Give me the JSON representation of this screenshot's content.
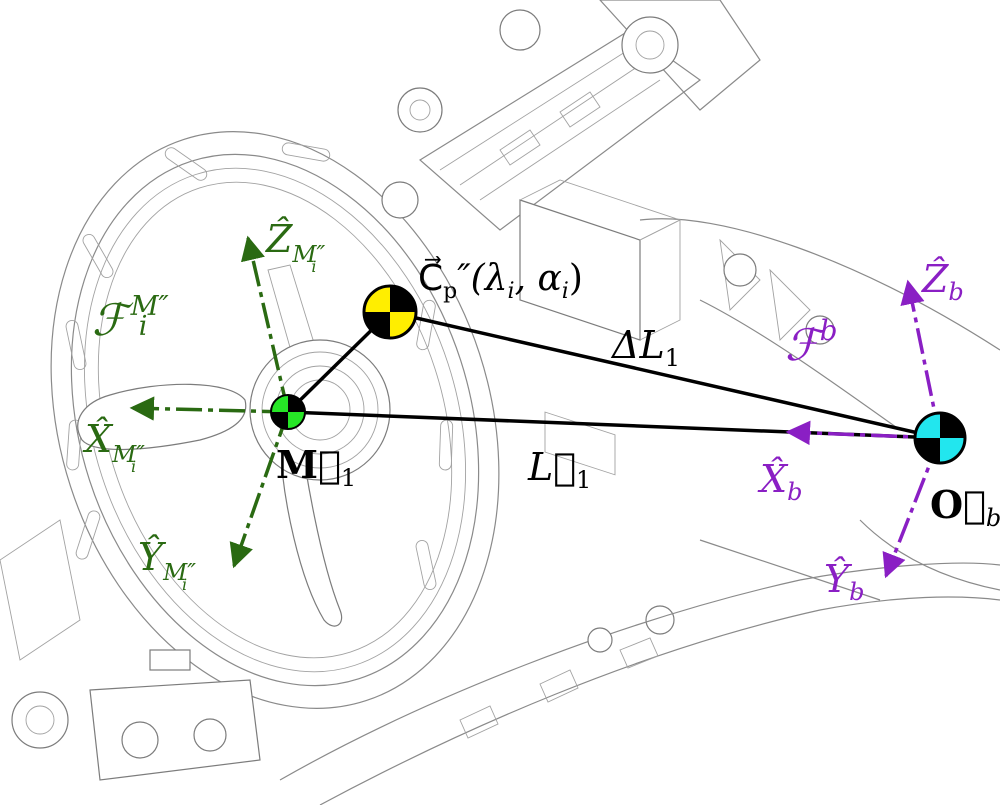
{
  "colors": {
    "green": "#2a6a12",
    "purple": "#8a1fc4",
    "black": "#000000",
    "marker_green": "#26e626",
    "marker_yellow": "#ffee00",
    "marker_cyan": "#22e6ee",
    "mechanism": "#8a8a8a"
  },
  "labels": {
    "motor_frame": {
      "base": "ℱ",
      "sup": "M″",
      "sup_sub": "i"
    },
    "motor_z": {
      "base": "Ẑ",
      "sub": "M″",
      "sub_sub": "i"
    },
    "motor_x": {
      "base": "X̂",
      "sub": "M″",
      "sub_sub": "i"
    },
    "motor_y": {
      "base": "Ŷ",
      "sub": "M″",
      "sub_sub": "i"
    },
    "motor_point": {
      "base": "M⃗",
      "sub": "1"
    },
    "cp_point": {
      "base": "C⃗",
      "sub": "p",
      "suffix": "″(λ",
      "i1": "i",
      "mid": ", α",
      "i2": "i",
      "end": ")"
    },
    "delta_l": {
      "base": "ΔL",
      "sub": "1"
    },
    "l_vec": {
      "base": "L⃗",
      "sub": "1"
    },
    "body_frame": {
      "base": "ℱ",
      "sup": "b"
    },
    "body_z": {
      "base": "Ẑ",
      "sub": "b"
    },
    "body_x": {
      "base": "X̂",
      "sub": "b"
    },
    "body_y": {
      "base": "Ŷ",
      "sub": "b"
    },
    "body_point": {
      "base": "O⃗",
      "sub": "b"
    }
  },
  "icons": {
    "motor_marker": "green-checker-target-icon",
    "cp_marker": "yellow-checker-target-icon",
    "body_marker": "cyan-checker-target-icon"
  }
}
